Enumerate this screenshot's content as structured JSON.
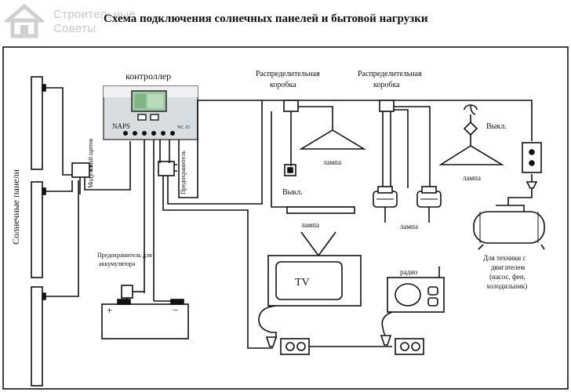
{
  "watermark": {
    "line1": "Строительные",
    "line2": "Советы"
  },
  "title": "Схема подключения солнечных панелей и бытовой нагрузки",
  "labels": {
    "controller": "контроллер",
    "solar_panels": "Солнечные панели",
    "junction_box_1_line1": "Распределительная",
    "junction_box_1_line2": "коробка",
    "junction_box_2_line1": "Распределительная",
    "junction_box_2_line2": "коробка",
    "modular_box": "Модульный щиток",
    "fuse_controller": "Предохранитель",
    "fuse_battery_line1": "Предохранитель для",
    "fuse_battery_line2": "аккумулятора",
    "switch_1": "Выкл.",
    "switch_2": "Выкл.",
    "lamp_1": "лампа",
    "lamp_2": "лампа",
    "lamp_3": "лампа",
    "lamp_4": "лампа",
    "tv": "TV",
    "radio": "радио",
    "motor_line1": "Для техники с",
    "motor_line2": "двигателем",
    "motor_line3": "(насос, фен,",
    "motor_line4": "холодильник)",
    "battery_plus": "+",
    "battery_minus": "−",
    "controller_brand": "NAPS",
    "controller_model": "NC 15"
  },
  "colors": {
    "line": "#111111",
    "watermark": "#c8c8c8",
    "controller_body": "#d9dde0",
    "controller_display": "#9cc9a0"
  }
}
